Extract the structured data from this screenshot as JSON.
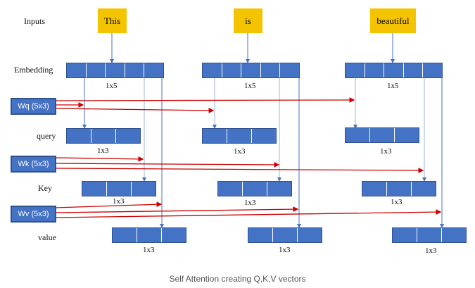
{
  "row_labels": {
    "inputs": "Inputs",
    "embedding": "Embedding",
    "query": "query",
    "key": "Key",
    "value": "value"
  },
  "tokens": [
    "This",
    "is",
    "beautiful"
  ],
  "embedding_dim": "1x5",
  "qkv_dim": "1x3",
  "weights": {
    "wq": "Wq (5x3)",
    "wk": "Wk (5x3)",
    "wv": "Wv (5x3)"
  },
  "caption": "Self Attention creating Q,K,V vectors",
  "colors": {
    "token_fill": "#f5c400",
    "vector_fill": "#4472c4",
    "vector_border": "#2f528f",
    "weight_arrow": "#cc0000",
    "flow_arrow": "#4472c4"
  }
}
